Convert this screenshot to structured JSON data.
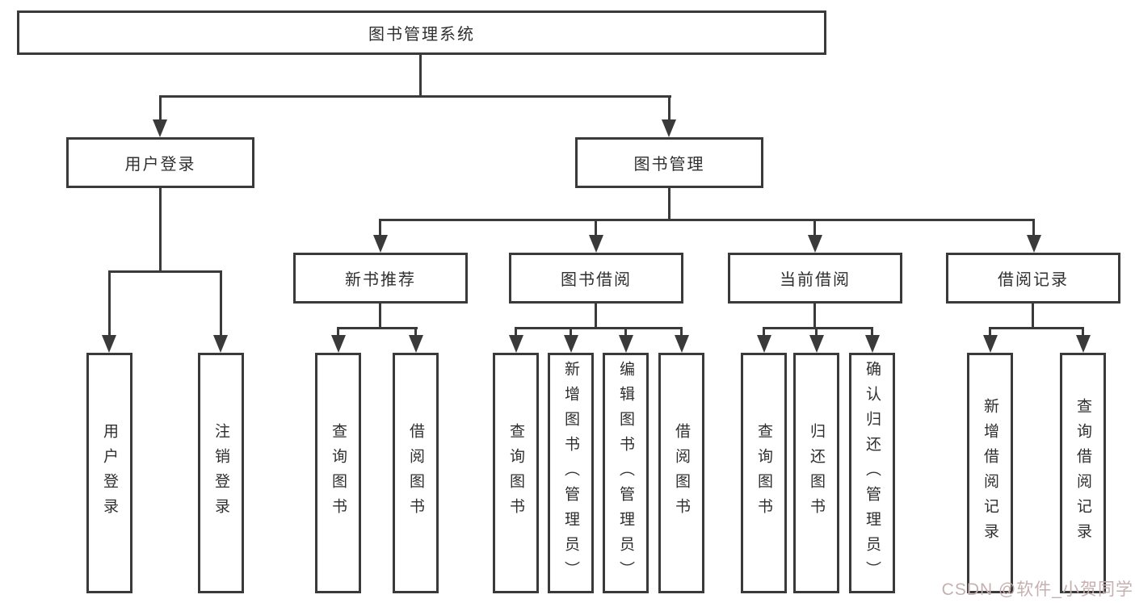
{
  "tree": {
    "root": {
      "label": "图书管理系统"
    },
    "level2": {
      "user_login": {
        "label": "用户登录"
      },
      "book_mgmt": {
        "label": "图书管理"
      }
    },
    "level3": {
      "recommend": {
        "label": "新书推荐"
      },
      "borrow": {
        "label": "图书借阅"
      },
      "current": {
        "label": "当前借阅"
      },
      "records": {
        "label": "借阅记录"
      }
    },
    "leaves": {
      "user_login": [
        "用户登录",
        "注销登录"
      ],
      "recommend": [
        "查询图书",
        "借阅图书"
      ],
      "borrow": [
        "查询图书",
        "新增图书（管理员）",
        "编辑图书（管理员）",
        "借阅图书"
      ],
      "current": [
        "查询图书",
        "归还图书",
        "确认归还（管理员）"
      ],
      "records": [
        "新增借阅记录",
        "查询借阅记录"
      ]
    }
  },
  "watermark": {
    "text": "CSDN @软件_小贺同学",
    "color": "#c6b0af"
  },
  "colors": {
    "line": "#3a3a3a",
    "text": "#2f2f2f",
    "background": "#ffffff"
  }
}
